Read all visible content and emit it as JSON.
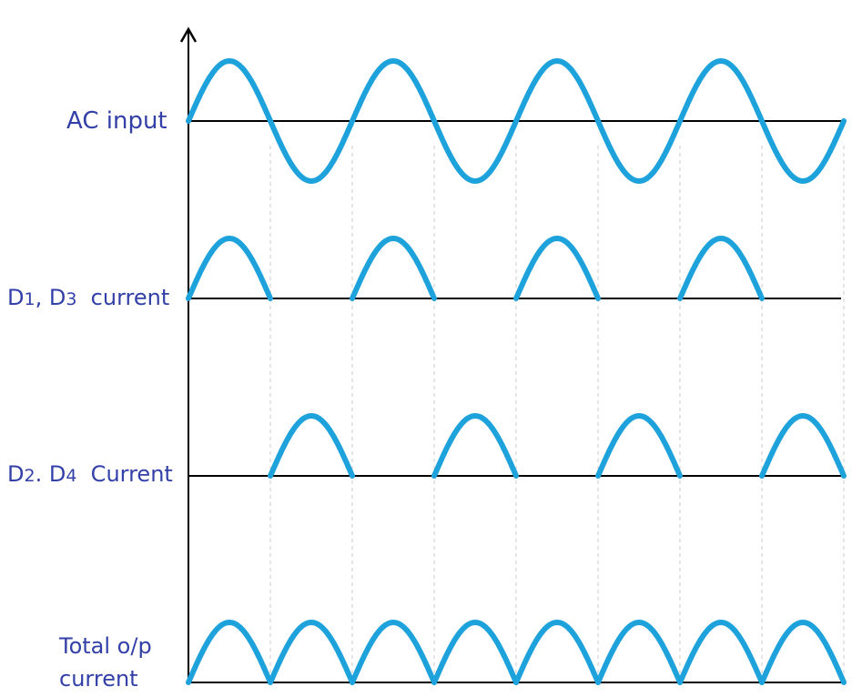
{
  "waveforms": [
    {
      "id": "ac-input",
      "label": "AC input",
      "kind": "full-sine"
    },
    {
      "id": "d1-d3",
      "label_parts": [
        "D",
        "1",
        ", D",
        "3",
        "  current"
      ],
      "kind": "positive-half"
    },
    {
      "id": "d2-d4",
      "label_parts": [
        "D",
        "2",
        ". D",
        "4",
        "  Current"
      ],
      "kind": "negative-half-rectified"
    },
    {
      "id": "total",
      "label_line1": "Total o/p",
      "label_line2": "current",
      "kind": "full-wave-rectified"
    }
  ],
  "cycles": 4,
  "colors": {
    "wave": "#1ea2dc",
    "axis": "#000000",
    "label": "#3340a8",
    "guide": "#cccccc"
  }
}
